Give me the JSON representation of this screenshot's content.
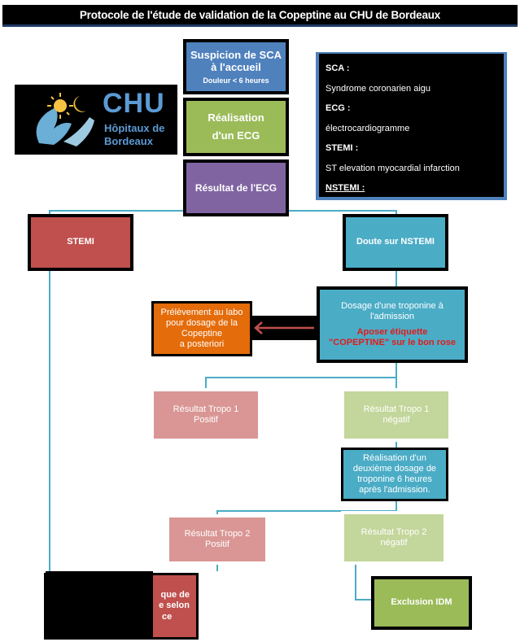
{
  "title": "Protocole de l'étude de validation de la Copeptine au CHU de Bordeaux",
  "logo": {
    "name": "CHU",
    "subtitle_line1": "Hôpitaux de",
    "subtitle_line2": "Bordeaux"
  },
  "legend": {
    "items": [
      {
        "term": "SCA :",
        "definition": "Syndrome coronarien aigu"
      },
      {
        "term": "ECG :",
        "definition": "électrocardiogramme"
      },
      {
        "term": "STEMI :",
        "definition": "ST elevation myocardial infarction"
      },
      {
        "term": "NSTEMI :",
        "definition": ""
      }
    ]
  },
  "nodes": {
    "suspicion_line1": "Suspicion de SCA",
    "suspicion_line2": "à l'accueil",
    "suspicion_sub": "Douleur < 6 heures",
    "realisation_line1": "Réalisation",
    "realisation_line2": "d'un ECG",
    "resultat_ecg": "Résultat de l'ECG",
    "stemi": "STEMI",
    "doute_nstemi": "Doute sur NSTEMI",
    "dosage_line1": "Dosage d'une troponine à",
    "dosage_line2": "l'admission",
    "dosage_red1": "Aposer étiquette",
    "dosage_red2": "\"COPEPTINE\" sur le bon rose",
    "prelevement_line1": "Prélèvement au labo",
    "prelevement_line2": "pour dosage de la",
    "prelevement_line3": "Copeptine",
    "prelevement_line4": "a posteriori",
    "tropo1_pos_line1": "Résultat Tropo 1",
    "tropo1_pos_line2": "Positif",
    "tropo1_neg_line1": "Résultat Tropo 1",
    "tropo1_neg_line2": "négatif",
    "deuxieme_line1": "Réalisation d'un",
    "deuxieme_line2": "deuxième dosage de",
    "deuxieme_line3": "troponine 6 heures",
    "deuxieme_line4": "après l'admission.",
    "tropo2_pos_line1": "Résultat Tropo 2",
    "tropo2_pos_line2": "Positif",
    "tropo2_neg_line1": "Résultat Tropo 2",
    "tropo2_neg_line2": "négatif",
    "partial_line1": "que de",
    "partial_line2": "e selon",
    "partial_line3": "ce",
    "exclusion": "Exclusion IDM"
  },
  "colors": {
    "blue": "#4f81bd",
    "green": "#9bbb59",
    "purple": "#8064a2",
    "red": "#c0504d",
    "teal": "#4bacc6",
    "pink": "#d99694",
    "light_green": "#c3d69b",
    "orange": "#e46c0a"
  }
}
